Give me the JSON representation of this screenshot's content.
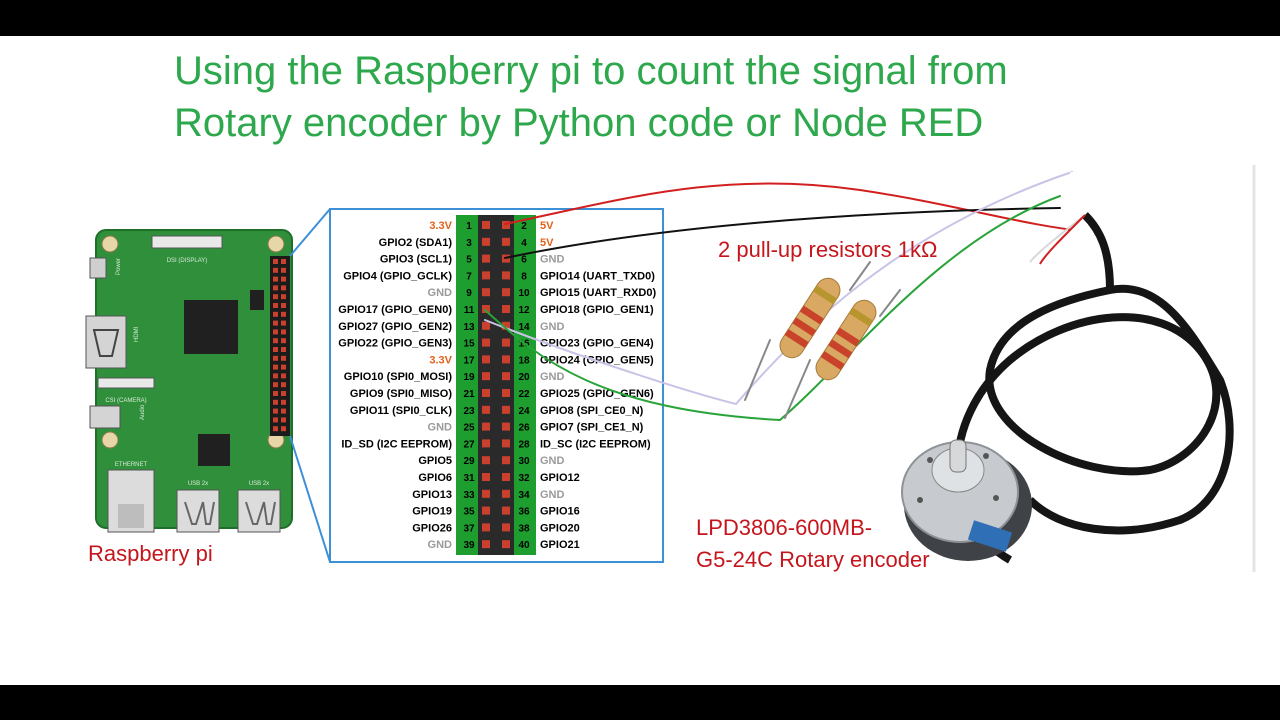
{
  "title": {
    "line1": "Using the Raspberry pi to count the signal from",
    "line2": "Rotary encoder by Python code or Node RED"
  },
  "labels": {
    "raspberry_pi": "Raspberry pi",
    "resistors": "2 pull-up resistors 1kΩ",
    "encoder_line1": "LPD3806-600MB-",
    "encoder_line2": "G5-24C Rotary encoder"
  },
  "board_text": {
    "hdmi": "HDMI",
    "audio": "Audio",
    "ethernet": "ETHERNET",
    "usb_a": "USB 2x",
    "usb_b": "USB 2x",
    "power": "Power",
    "display": "DSI (DISPLAY)",
    "camera": "CSI (CAMERA)"
  },
  "colors": {
    "title_green": "#2ea84c",
    "label_red": "#c4161c",
    "board_green": "#2f8f3a",
    "header_green": "#1e9e2e",
    "frame_blue": "#3d8fd6",
    "wire_red": "#d21f1f",
    "wire_black": "#111111",
    "wire_green": "#2aa43a",
    "wire_white": "#c9c4e6",
    "power_orange": "#e0621a",
    "gnd_gray": "#9a9a9a"
  },
  "gpio_pins": [
    {
      "odd": 1,
      "even": 2,
      "left": "3.3V",
      "right": "5V",
      "lt": "power",
      "rt": "power"
    },
    {
      "odd": 3,
      "even": 4,
      "left": "GPIO2 (SDA1)",
      "right": "5V",
      "lt": "io",
      "rt": "power"
    },
    {
      "odd": 5,
      "even": 6,
      "left": "GPIO3 (SCL1)",
      "right": "GND",
      "lt": "io",
      "rt": "gnd"
    },
    {
      "odd": 7,
      "even": 8,
      "left": "GPIO4 (GPIO_GCLK)",
      "right": "GPIO14 (UART_TXD0)",
      "lt": "io",
      "rt": "io"
    },
    {
      "odd": 9,
      "even": 10,
      "left": "GND",
      "right": "GPIO15 (UART_RXD0)",
      "lt": "gnd",
      "rt": "io"
    },
    {
      "odd": 11,
      "even": 12,
      "left": "GPIO17 (GPIO_GEN0)",
      "right": "GPIO18 (GPIO_GEN1)",
      "lt": "io",
      "rt": "io"
    },
    {
      "odd": 13,
      "even": 14,
      "left": "GPIO27 (GPIO_GEN2)",
      "right": "GND",
      "lt": "io",
      "rt": "gnd"
    },
    {
      "odd": 15,
      "even": 16,
      "left": "GPIO22 (GPIO_GEN3)",
      "right": "GPIO23 (GPIO_GEN4)",
      "lt": "io",
      "rt": "io"
    },
    {
      "odd": 17,
      "even": 18,
      "left": "3.3V",
      "right": "GPIO24 (GPIO_GEN5)",
      "lt": "power",
      "rt": "io"
    },
    {
      "odd": 19,
      "even": 20,
      "left": "GPIO10 (SPI0_MOSI)",
      "right": "GND",
      "lt": "io",
      "rt": "gnd"
    },
    {
      "odd": 21,
      "even": 22,
      "left": "GPIO9 (SPI0_MISO)",
      "right": "GPIO25 (GPIO_GEN6)",
      "lt": "io",
      "rt": "io"
    },
    {
      "odd": 23,
      "even": 24,
      "left": "GPIO11 (SPI0_CLK)",
      "right": "GPIO8 (SPI_CE0_N)",
      "lt": "io",
      "rt": "io"
    },
    {
      "odd": 25,
      "even": 26,
      "left": "GND",
      "right": "GPIO7 (SPI_CE1_N)",
      "lt": "gnd",
      "rt": "io"
    },
    {
      "odd": 27,
      "even": 28,
      "left": "ID_SD (I2C EEPROM)",
      "right": "ID_SC (I2C EEPROM)",
      "lt": "io",
      "rt": "io"
    },
    {
      "odd": 29,
      "even": 30,
      "left": "GPIO5",
      "right": "GND",
      "lt": "io",
      "rt": "gnd"
    },
    {
      "odd": 31,
      "even": 32,
      "left": "GPIO6",
      "right": "GPIO12",
      "lt": "io",
      "rt": "io"
    },
    {
      "odd": 33,
      "even": 34,
      "left": "GPIO13",
      "right": "GND",
      "lt": "io",
      "rt": "gnd"
    },
    {
      "odd": 35,
      "even": 36,
      "left": "GPIO19",
      "right": "GPIO16",
      "lt": "io",
      "rt": "io"
    },
    {
      "odd": 37,
      "even": 38,
      "left": "GPIO26",
      "right": "GPIO20",
      "lt": "io",
      "rt": "io"
    },
    {
      "odd": 39,
      "even": 40,
      "left": "GND",
      "right": "GPIO21",
      "lt": "gnd",
      "rt": "io"
    }
  ]
}
